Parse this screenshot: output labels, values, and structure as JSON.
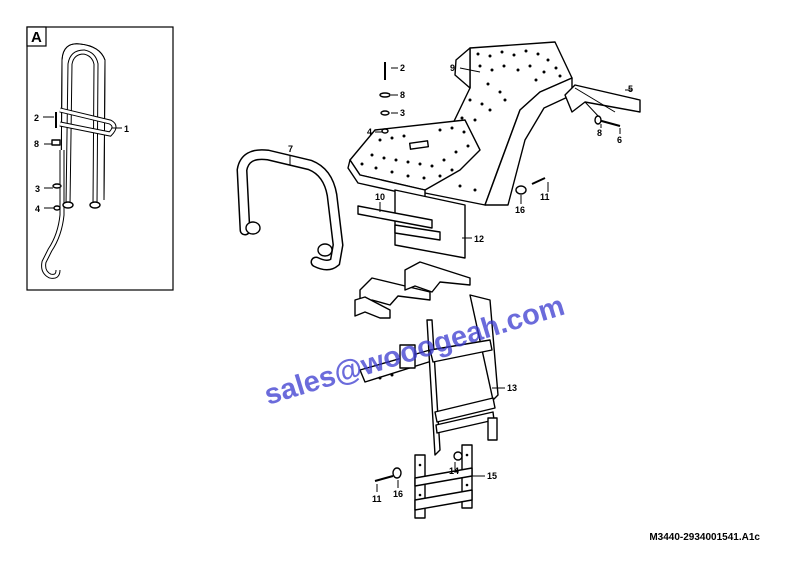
{
  "inset": {
    "letter": "A"
  },
  "labels": {
    "l1": "1",
    "l2a": "2",
    "l8a": "8",
    "l3a": "3",
    "l4a": "4",
    "l2": "2",
    "l8": "8",
    "l3": "3",
    "l4": "4",
    "l5": "5",
    "l6": "6",
    "l7": "7",
    "l8b": "8",
    "l9": "9",
    "l10": "10",
    "l11": "11",
    "l12": "12",
    "l13": "13",
    "l14": "14",
    "l15": "15",
    "l16": "16",
    "l11b": "11",
    "l16b": "16"
  },
  "watermark": "sales@wooogeah.com",
  "reference": "M3440-2934001541.A1c",
  "colors": {
    "line": "#000000",
    "watermark": "#3a3ad0",
    "background": "#ffffff"
  }
}
